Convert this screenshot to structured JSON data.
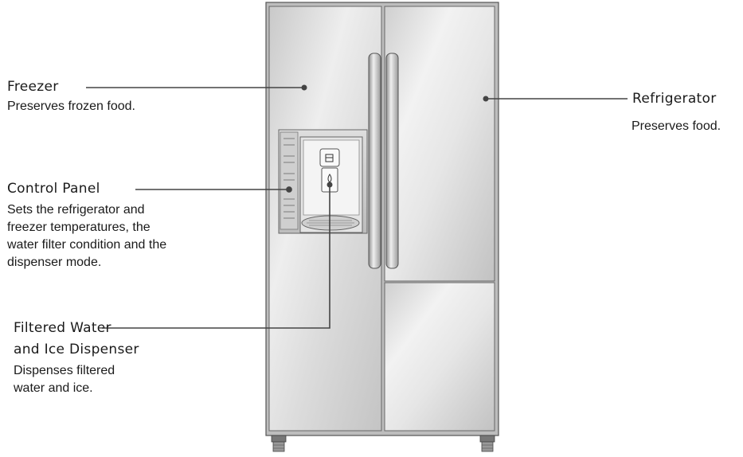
{
  "callouts": {
    "freezer": {
      "title": "Freezer",
      "desc": [
        "Preserves frozen food."
      ]
    },
    "refrigerator": {
      "title": "Refrigerator",
      "desc": [
        "Preserves food."
      ]
    },
    "control_panel": {
      "title": "Control Panel",
      "desc": [
        "Sets the refrigerator and",
        "freezer temperatures, the",
        "water filter condition and the",
        "dispenser mode."
      ]
    },
    "dispenser": {
      "title_lines": [
        "Filtered Water",
        "and Ice Dispenser"
      ],
      "desc": [
        "Dispenses filtered",
        "water and ice."
      ]
    }
  },
  "colors": {
    "line": "#444444",
    "door_light": "#f1f1f1",
    "door_dark": "#b9b9b9",
    "outline": "#555555"
  },
  "icons": [
    "ice-icon",
    "water-drop-icon"
  ]
}
